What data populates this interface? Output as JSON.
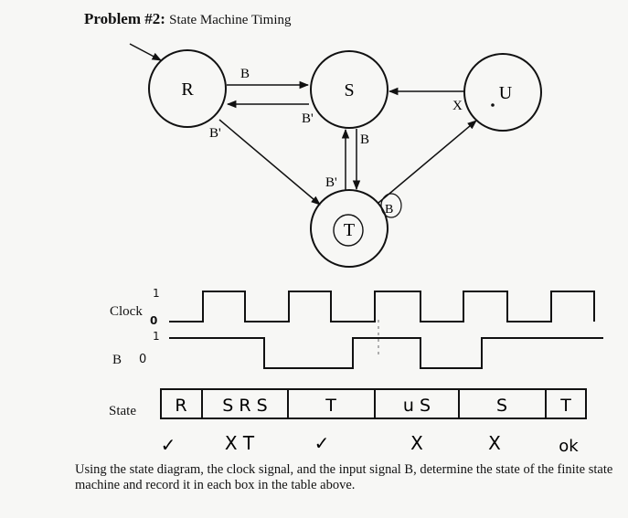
{
  "problem": {
    "number_label": "Problem #2:",
    "title": "State Machine Timing"
  },
  "states": {
    "R": "R",
    "S": "S",
    "T": "T",
    "U": "U"
  },
  "transitions": {
    "r_to_s": "B",
    "s_to_r": "B'",
    "r_to_t": "B'",
    "s_to_t": "B",
    "t_to_s": "B'",
    "u_to_s": "X",
    "t_to_u": "B"
  },
  "waveforms": {
    "clock_label": "Clock",
    "clock_high_mark": "1",
    "clock_low_mark": "0",
    "b_label": "B",
    "b_high_mark": "1",
    "b_low_mark": "0"
  },
  "table": {
    "label": "State",
    "cells": [
      "R",
      "S R S",
      "T",
      "u S",
      "S",
      "T"
    ]
  },
  "grading_marks": [
    "✓",
    "X T",
    "✓",
    "X",
    "X",
    "ok"
  ],
  "instructions": "Using the state diagram, the clock signal, and the input signal B, determine the state of the finite state machine and record it in each box in the table above."
}
